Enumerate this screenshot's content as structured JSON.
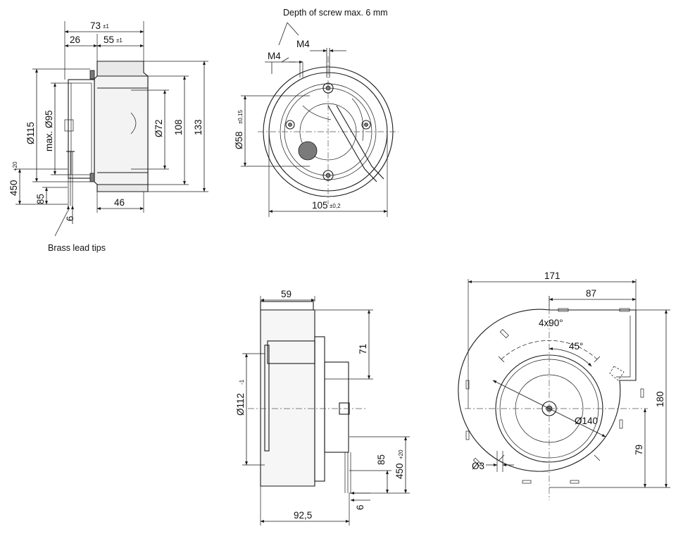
{
  "top_left_view": {
    "dim_73": "73",
    "dim_73_tol": "±1",
    "dim_26": "26",
    "dim_55": "55",
    "dim_55_tol": "±1",
    "dim_115": "Ø115",
    "dim_95": "max. Ø95",
    "dim_72": "Ø72",
    "dim_108": "108",
    "dim_133": "133",
    "dim_450": "450",
    "dim_450_tol": "+20",
    "dim_85": "85",
    "dim_46": "46",
    "dim_6": "6",
    "note_brass": "Brass lead tips"
  },
  "top_right_view": {
    "note_screw": "Depth of screw max. 6 mm",
    "m4_left": "M4",
    "m4_right": "M4",
    "dim_58": "Ø58",
    "dim_58_tol": "±0,15",
    "dim_105": "105",
    "dim_105_tol": "±0,2"
  },
  "bottom_left_view": {
    "dim_59": "59",
    "dim_71": "71",
    "dim_112": "Ø112",
    "dim_112_tol": "-1",
    "dim_85": "85",
    "dim_450": "450",
    "dim_450_tol": "+20",
    "dim_6": "6",
    "dim_92_5": "92,5"
  },
  "bottom_right_view": {
    "dim_171": "171",
    "dim_87": "87",
    "dim_4x90": "4x90°",
    "dim_45": "45°",
    "dim_140": "Ø140",
    "dim_180": "180",
    "dim_79": "79",
    "dim_3": "Ø3"
  }
}
